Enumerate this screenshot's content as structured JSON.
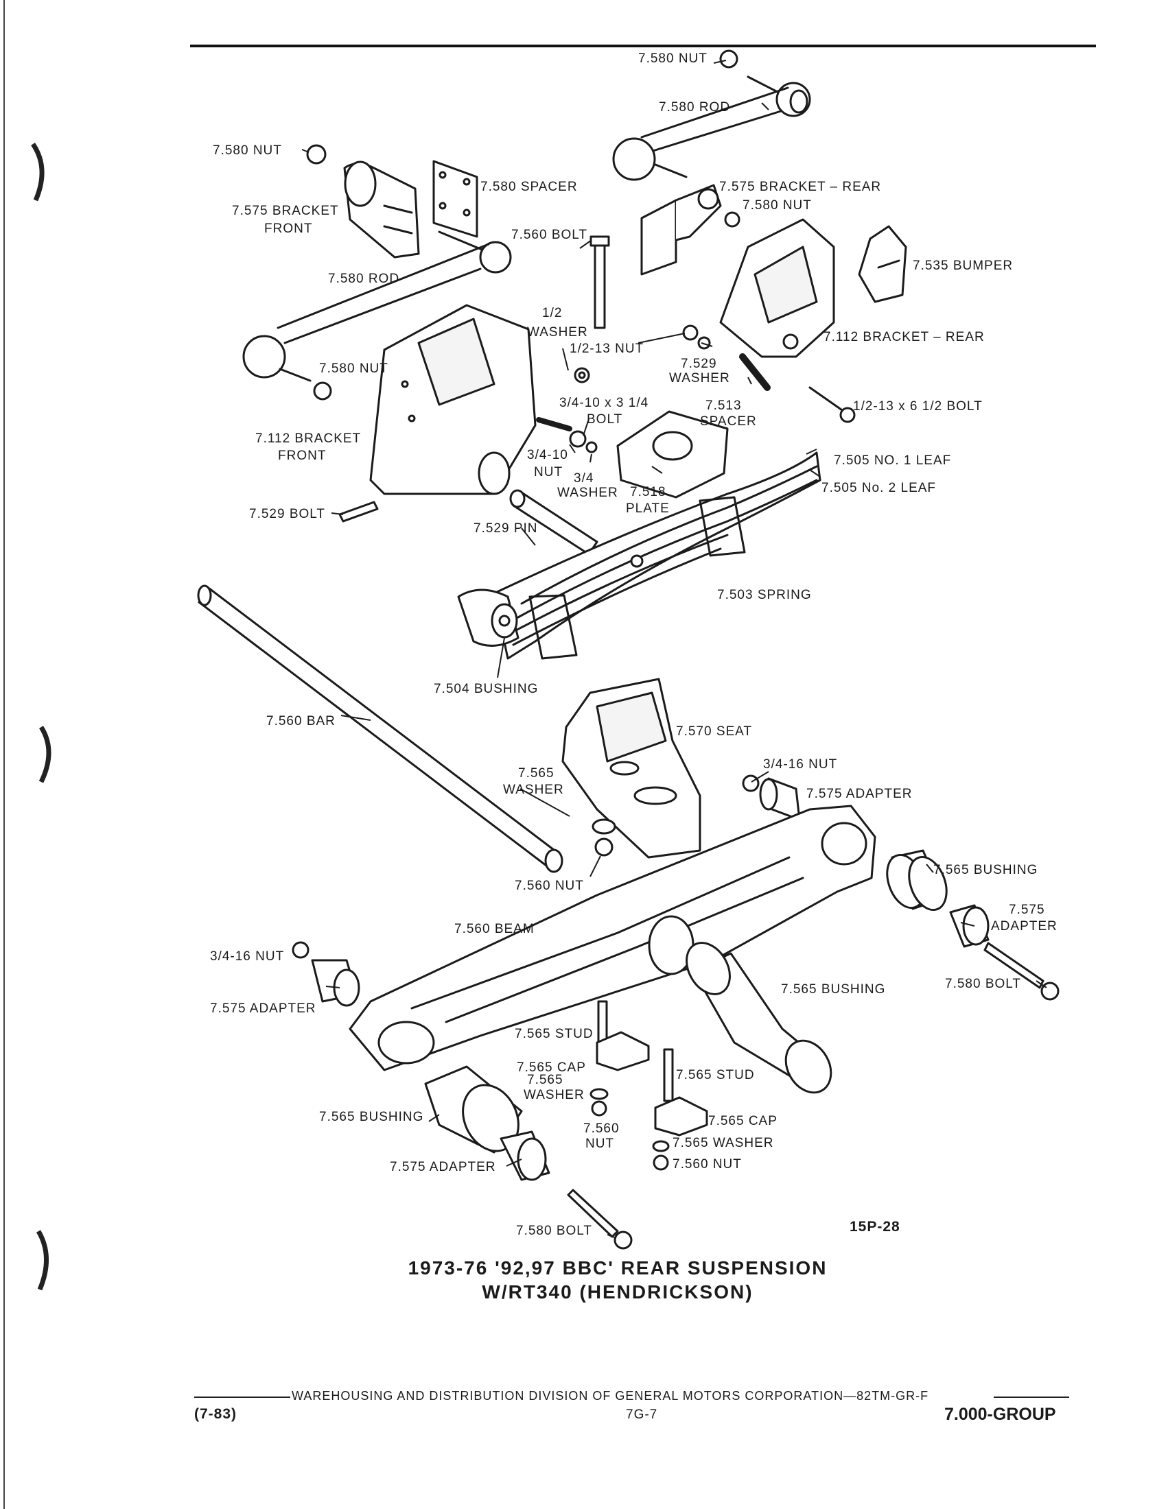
{
  "labels": {
    "nut_top": "7.580 NUT",
    "rod_top": "7.580 ROD",
    "nut_left": "7.580 NUT",
    "spacer_580": "7.580 SPACER",
    "bracket_575_front_1": "7.575 BRACKET",
    "bracket_575_front_2": "FRONT",
    "bracket_575_rear": "7.575 BRACKET – REAR",
    "nut_580_rear": "7.580 NUT",
    "bolt_560": "7.560 BOLT",
    "rod_left": "7.580 ROD",
    "bumper": "7.535 BUMPER",
    "washer_half_1": "1/2",
    "washer_half_2": "WASHER",
    "nut_half13": "1/2-13 NUT",
    "washer_529_1": "7.529",
    "washer_529_2": "WASHER",
    "bracket_112_rear": "7.112 BRACKET – REAR",
    "nut_580_mid": "7.580 NUT",
    "bolt_34_1": "3/4-10 x 3 1/4",
    "bolt_34_2": "BOLT",
    "spacer_513_1": "7.513",
    "spacer_513_2": "SPACER",
    "bolt_half13x612": "1/2-13 x 6 1/2  BOLT",
    "bracket_112_front_1": "7.112 BRACKET",
    "bracket_112_front_2": "FRONT",
    "nut_3410_1": "3/4-10",
    "nut_3410_2": "NUT",
    "washer_34_1": "3/4",
    "washer_34_2": "WASHER",
    "plate_518_1": "7.518",
    "plate_518_2": "PLATE",
    "leaf1": "7.505  NO. 1 LEAF",
    "leaf2": "7.505  No. 2 LEAF",
    "bolt_529": "7.529  BOLT",
    "pin_529": "7.529  PIN",
    "spring_503": "7.503  SPRING",
    "bushing_504": "7.504  BUSHING",
    "bar_560": "7.560  BAR",
    "seat_570": "7.570  SEAT",
    "nut_3416_right": "3/4-16  NUT",
    "adapter_575_right": "7.575  ADAPTER",
    "washer_565_1": "7.565",
    "washer_565_2": "WASHER",
    "nut_560_mid": "7.560  NUT",
    "bushing_565_right": "7.565  BUSHING",
    "adapter_575_far_1": "7.575",
    "adapter_575_far_2": "ADAPTER",
    "beam_560": "7.560  BEAM",
    "nut_3416_left": "3/4-16  NUT",
    "adapter_575_left": "7.575  ADAPTER",
    "bushing_565_mid": "7.565  BUSHING",
    "bolt_580_right": "7.580  BOLT",
    "stud_565_left": "7.565  STUD",
    "cap_565_left": "7.565  CAP",
    "washer_565b_1": "7.565",
    "washer_565b_2": "WASHER",
    "stud_565_right": "7.565  STUD",
    "nut_560b_1": "7.560",
    "nut_560b_2": "NUT",
    "cap_565_right": "7.565  CAP",
    "washer_565_right": "7.565  WASHER",
    "nut_560_right": "7.560  NUT",
    "bushing_565_left": "7.565  BUSHING",
    "adapter_575_bottom": "7.575  ADAPTER",
    "bolt_580_bottom": "7.580  BOLT"
  },
  "figure_id": "15P-28",
  "title_line1": "1973-76 '92,97 BBC' REAR SUSPENSION",
  "title_line2": "W/RT340 (HENDRICKSON)",
  "footer": {
    "division": "WAREHOUSING AND DISTRIBUTION  DIVISION OF GENERAL MOTORS CORPORATION—82TM-GR-F",
    "date": "(7-83)",
    "page": "7G-7",
    "group": "7.000-GROUP"
  }
}
